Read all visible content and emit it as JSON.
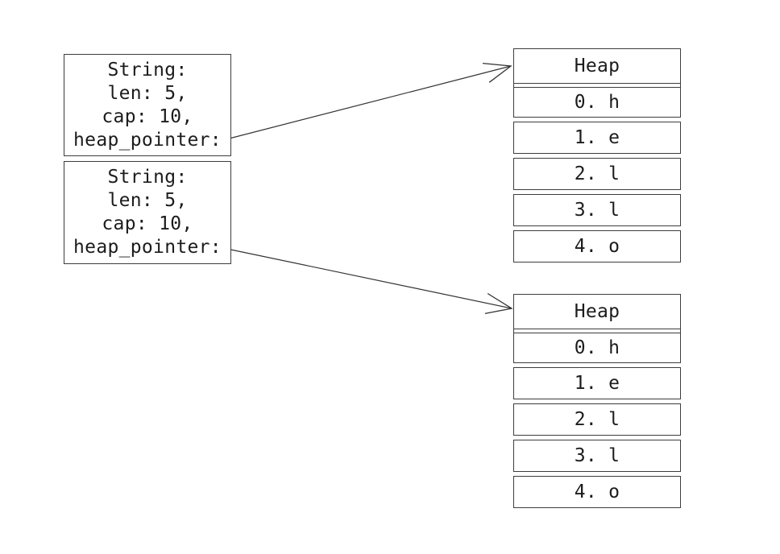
{
  "diagram": {
    "string1": {
      "lines": [
        "String:",
        "len: 5,",
        "cap: 10,",
        "heap_pointer:"
      ]
    },
    "string2": {
      "lines": [
        "String:",
        "len: 5,",
        "cap: 10,",
        "heap_pointer:"
      ]
    },
    "heap1": {
      "title": "Heap",
      "rows": [
        "0. h",
        "1. e",
        "2. l",
        "3. l",
        "4. o"
      ]
    },
    "heap2": {
      "title": "Heap",
      "rows": [
        "0. h",
        "1. e",
        "2. l",
        "3. l",
        "4. o"
      ]
    },
    "arrows": [
      {
        "from": "string1 heap_pointer",
        "to": "heap1 header"
      },
      {
        "from": "string2 heap_pointer",
        "to": "heap2 header"
      }
    ],
    "colors": {
      "background": "#ffffff",
      "border": "#3d3d3d",
      "text": "#1c1c1c",
      "arrow": "#333333"
    }
  }
}
